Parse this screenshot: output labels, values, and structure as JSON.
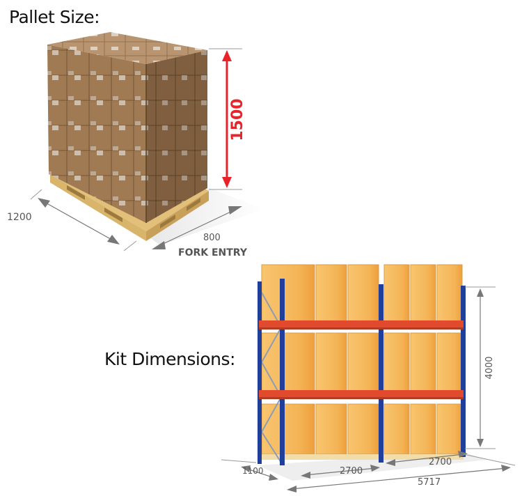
{
  "headings": {
    "pallet_size": "Pallet Size:",
    "kit_dimensions": "Kit Dimensions:"
  },
  "pallet": {
    "height": "1500",
    "length": "1200",
    "width": "800",
    "fork_entry": "FORK ENTRY"
  },
  "kit": {
    "height": "4000",
    "depth": "1100",
    "bay_width_1": "2700",
    "bay_width_2": "2700",
    "total_length": "5717"
  },
  "colors": {
    "box_front": "#a07a52",
    "box_side": "#7f5f3f",
    "box_top": "#b89570",
    "pallet_wood": "#e2c079",
    "dimension_red": "#e8232a",
    "upright_blue": "#1f3f9a",
    "beam_red": "#e24a2e",
    "carton": "#f6b95c"
  }
}
